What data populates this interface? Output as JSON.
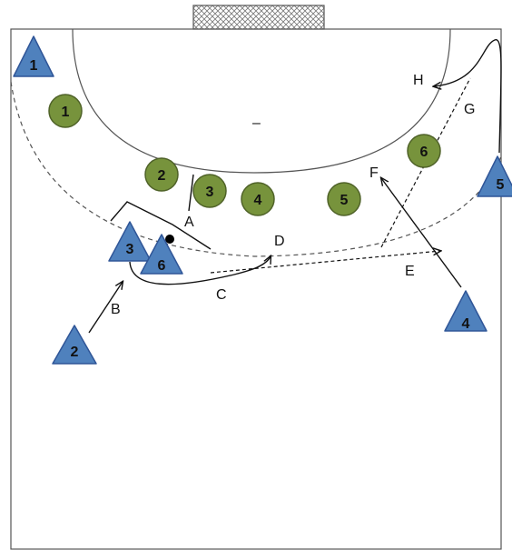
{
  "colors": {
    "attacker_fill": "#4f81bd",
    "attacker_stroke": "#2f5597",
    "defender_fill": "#77933c",
    "defender_stroke": "#4f6228",
    "line": "#111111",
    "court_line": "#555555",
    "goal_net": "#888888"
  },
  "attackers": [
    {
      "label": "1"
    },
    {
      "label": "2"
    },
    {
      "label": "3"
    },
    {
      "label": "4"
    },
    {
      "label": "5"
    },
    {
      "label": "6"
    }
  ],
  "defenders": [
    {
      "label": "1"
    },
    {
      "label": "2"
    },
    {
      "label": "3"
    },
    {
      "label": "4"
    },
    {
      "label": "5"
    },
    {
      "label": "6"
    }
  ],
  "annotations": {
    "a": "A",
    "b": "B",
    "c": "C",
    "d": "D",
    "e": "E",
    "f": "F",
    "g": "G",
    "h": "H",
    "dash": "–"
  }
}
